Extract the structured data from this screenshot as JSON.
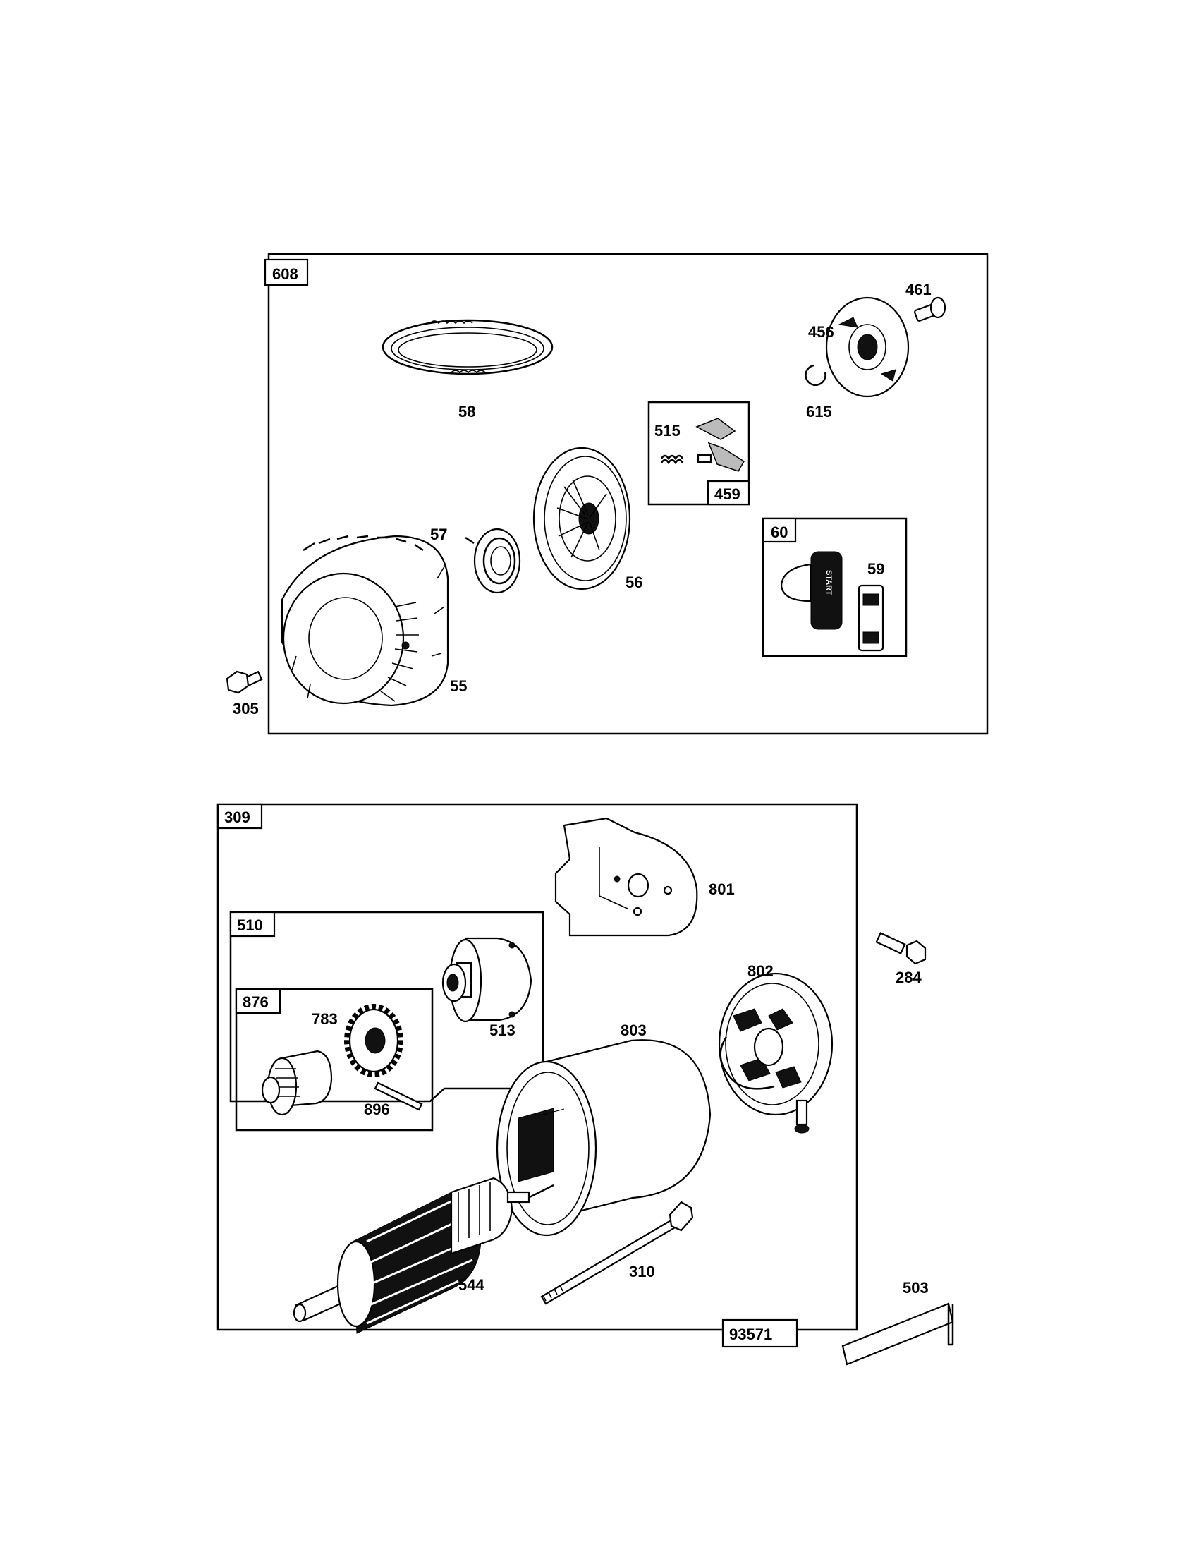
{
  "top_panel": {
    "assembly_id": "608",
    "parts": {
      "p58": "58",
      "p461": "461",
      "p456": "456",
      "p615": "615",
      "p515": "515",
      "p459": "459",
      "p57": "57",
      "p56": "56",
      "p60": "60",
      "p59": "59",
      "p305": "305",
      "p55": "55"
    },
    "handle_text": "START"
  },
  "bottom_panel": {
    "assembly_id": "309",
    "parts": {
      "p801": "801",
      "p284": "284",
      "p510": "510",
      "p513": "513",
      "p802": "802",
      "p876": "876",
      "p783": "783",
      "p803": "803",
      "p896": "896",
      "p310": "310",
      "p544": "544",
      "p503": "503"
    },
    "diagram_number": "93571"
  }
}
